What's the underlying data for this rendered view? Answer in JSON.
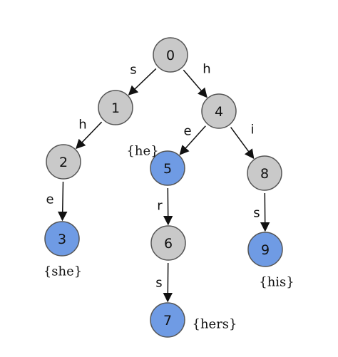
{
  "colors": {
    "node_default": "#c9c9c9",
    "node_accept": "#6f9be4",
    "stroke": "#555555",
    "edge": "#111111"
  },
  "nodes": [
    {
      "id": "0",
      "label": "0",
      "accept": false
    },
    {
      "id": "1",
      "label": "1",
      "accept": false
    },
    {
      "id": "2",
      "label": "2",
      "accept": false
    },
    {
      "id": "3",
      "label": "3",
      "accept": true
    },
    {
      "id": "4",
      "label": "4",
      "accept": false
    },
    {
      "id": "5",
      "label": "5",
      "accept": true
    },
    {
      "id": "6",
      "label": "6",
      "accept": false
    },
    {
      "id": "7",
      "label": "7",
      "accept": true
    },
    {
      "id": "8",
      "label": "8",
      "accept": false
    },
    {
      "id": "9",
      "label": "9",
      "accept": true
    }
  ],
  "edges": [
    {
      "from": "0",
      "to": "1",
      "label": "s"
    },
    {
      "from": "0",
      "to": "4",
      "label": "h"
    },
    {
      "from": "1",
      "to": "2",
      "label": "h"
    },
    {
      "from": "2",
      "to": "3",
      "label": "e"
    },
    {
      "from": "4",
      "to": "5",
      "label": "e"
    },
    {
      "from": "4",
      "to": "8",
      "label": "i"
    },
    {
      "from": "5",
      "to": "6",
      "label": "r"
    },
    {
      "from": "6",
      "to": "7",
      "label": "s"
    },
    {
      "from": "8",
      "to": "9",
      "label": "s"
    }
  ],
  "outputs": [
    {
      "node": "3",
      "text": "{she}"
    },
    {
      "node": "5",
      "text": "{he}"
    },
    {
      "node": "7",
      "text": "{hers}"
    },
    {
      "node": "9",
      "text": "{his}"
    }
  ]
}
